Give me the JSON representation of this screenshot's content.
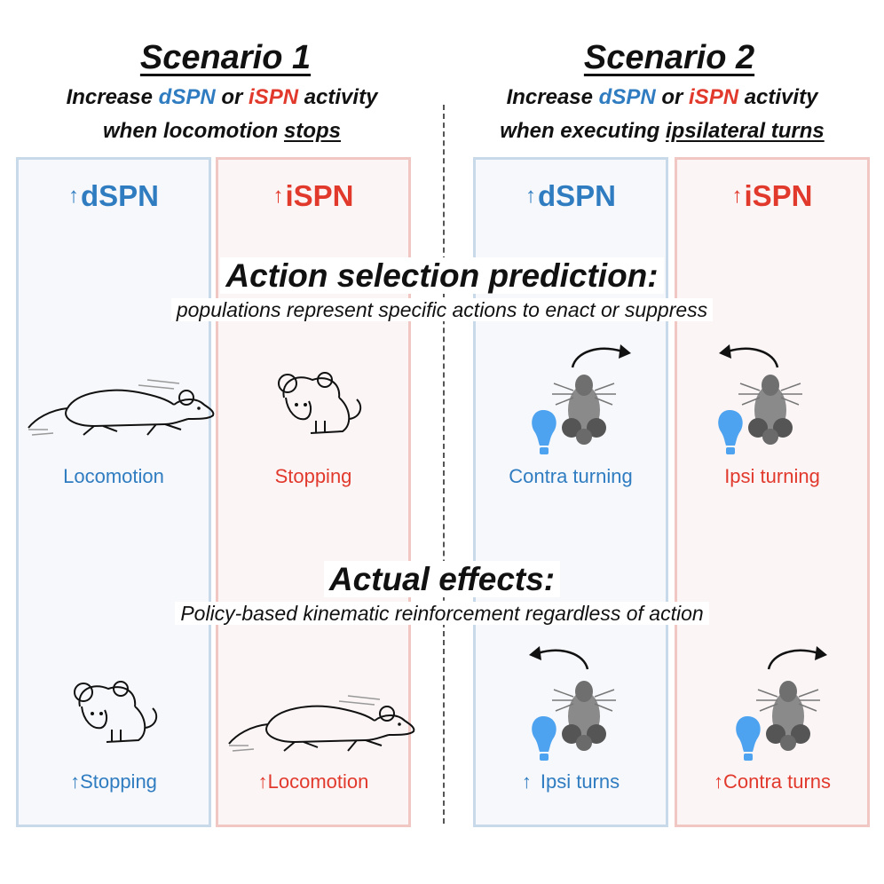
{
  "scenario1": {
    "title": "Scenario 1",
    "line1": {
      "pre": "Increase ",
      "d": "dSPN",
      "mid": " or ",
      "i": "iSPN",
      "post": " activity"
    },
    "line2": {
      "pre": "when locomotion ",
      "emph": "stops"
    }
  },
  "scenario2": {
    "title": "Scenario 2",
    "line1": {
      "pre": "Increase ",
      "d": "dSPN",
      "mid": " or ",
      "i": "iSPN",
      "post": " activity"
    },
    "line2": {
      "pre": "when executing ",
      "emph": "ipsilateral turns"
    }
  },
  "panels": {
    "s1_d": {
      "head": "dSPN",
      "prediction": "Locomotion",
      "effect": "Stopping"
    },
    "s1_i": {
      "head": "iSPN",
      "prediction": "Stopping",
      "effect": "Locomotion"
    },
    "s2_d": {
      "head": "dSPN",
      "prediction": "Contra turning",
      "effect": "Ipsi turns"
    },
    "s2_i": {
      "head": "iSPN",
      "prediction": "Ipsi turning",
      "effect": "Contra turns"
    }
  },
  "prediction_band": {
    "title": "Action selection prediction:",
    "subtitle": "populations represent specific actions to enact or suppress"
  },
  "effects_band": {
    "title": "Actual effects:",
    "subtitle": "Policy-based kinematic reinforcement regardless of action"
  },
  "symbols": {
    "up_arrow": "↑"
  },
  "colors": {
    "dspn": "#2f7cc1",
    "ispn": "#e2392d",
    "panel_blue_border": "#c8d9ea",
    "panel_red_border": "#f1c7c4",
    "bulb": "#4da3f0"
  }
}
